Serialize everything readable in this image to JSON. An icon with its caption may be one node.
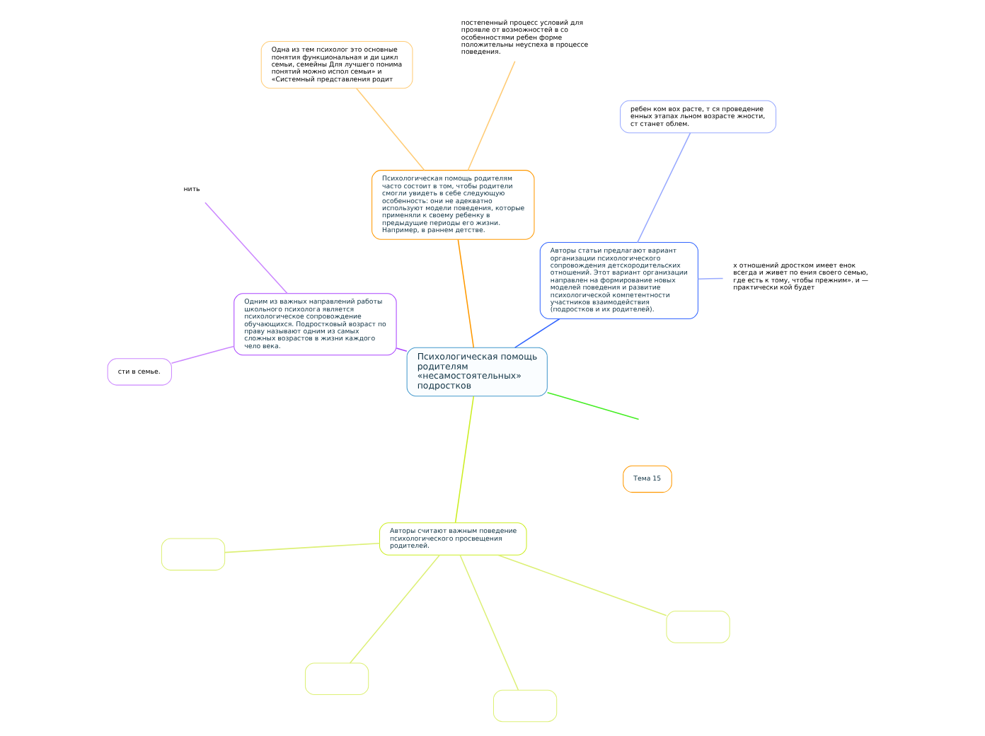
{
  "diagram": {
    "nodes": [
      {
        "text": [
          "Психологическая помощь родителям «несамостоятельных» подростков"
        ]
      },
      {
        "text": [
          "Тема 15"
        ]
      },
      {
        "text": [
          "Авторы статьи предлагают вариант организации психологического сопровождения детскородительских отношений. Этот вариант организации направлен на формирование новых моделей поведения и развитие психологической компетентности участников взаимодействия (подростков и их родителей)."
        ]
      },
      {
        "text": [
          "х отношений дростком имеет енок всегда и живет по ения своего семью, где есть к тому, чтобы прежним». и — практически кой будет"
        ]
      },
      {
        "text": [
          "ребен ком вох расте, т ся проведение енных этапах льном возрасте жности, ст станет облем."
        ]
      },
      {
        "text": [
          "Психологическая помощь родителям часто состоит в том, чтобы родители смогли увидеть в себе следующую особенность: они не адекватно используют модели поведения, которые применяли к своему ребенку в предыдущие периоды его жизни. Например, в раннем детстве."
        ]
      },
      {
        "text": [
          "постепенный процесс условий для проявле от возможностей в со особенностями ребен форме положительны неуспеха в процессе поведения."
        ]
      },
      {
        "text": [
          "Одна из тем психолог это основные понятия функциональная и ди цикл семьи, семейны Для лучшего понима понятий можно испол семьи» и «Системный представления родит"
        ]
      },
      {
        "text": [
          "Одним из важных направлений работы школьного психолога является психологическое сопровождение обучающихся. Подростковый возраст по праву называют одним из самых сложных возрастов в жизни каждого чело века."
        ]
      },
      {
        "text": [
          "нить"
        ]
      },
      {
        "text": [
          "сти в семье."
        ]
      },
      {
        "text": [
          "Авторы считают важным поведение психологического просвещения родителей."
        ]
      },
      {
        "text": [],
        "shape": "box"
      },
      {
        "text": [],
        "shape": "box"
      },
      {
        "text": [],
        "shape": "box"
      },
      {
        "text": [],
        "shape": "box"
      }
    ],
    "edges": [
      {
        "from": 0,
        "to": 2,
        "arrow": "none",
        "color": "#3366ff"
      },
      {
        "from": 2,
        "to": 3,
        "arrow": "none",
        "color": "#99aaff"
      },
      {
        "from": 2,
        "to": 4,
        "arrow": "none",
        "color": "#99aaff"
      },
      {
        "from": 0,
        "to": 5,
        "arrow": "none",
        "color": "#ff9900"
      },
      {
        "from": 5,
        "to": 6,
        "arrow": "none",
        "color": "#ffcc77"
      },
      {
        "from": 5,
        "to": 7,
        "arrow": "none",
        "color": "#ffcc77"
      },
      {
        "from": 0,
        "to": 8,
        "arrow": "none",
        "color": "#aa44ff"
      },
      {
        "from": 8,
        "to": 9,
        "arrow": "none",
        "color": "#cc88ff"
      },
      {
        "from": 8,
        "to": 10,
        "arrow": "none",
        "color": "#cc88ff"
      },
      {
        "from": 0,
        "to": 11,
        "arrow": "none",
        "color": "#ccee22"
      },
      {
        "from": 11,
        "to": 12,
        "arrow": "none",
        "color": "#ddf077"
      },
      {
        "from": 11,
        "to": 13,
        "arrow": "none",
        "color": "#ddf077"
      },
      {
        "from": 11,
        "to": 14,
        "arrow": "none",
        "color": "#ddf077"
      },
      {
        "from": 11,
        "to": 15,
        "arrow": "none",
        "color": "#ddf077"
      },
      {
        "from": 0,
        "to": null,
        "arrow": "none",
        "color": "#44ee22"
      }
    ]
  }
}
